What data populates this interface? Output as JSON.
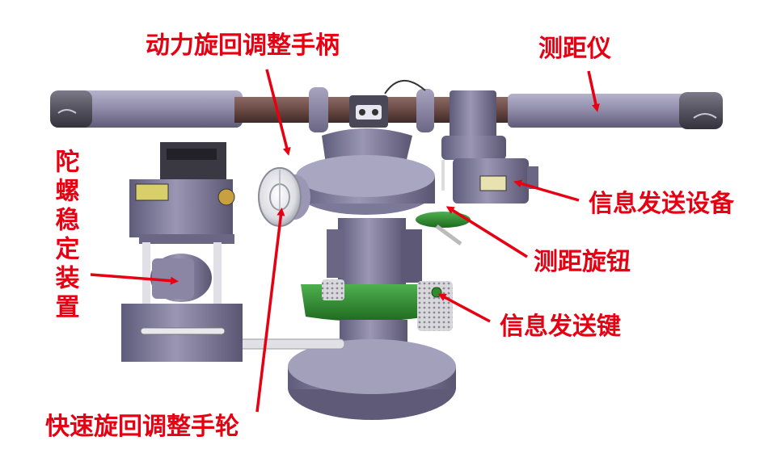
{
  "labels": {
    "power_handle": "动力旋回调整手柄",
    "rangefinder": "测距仪",
    "gyro": "陀螺稳定装置",
    "transmit_device": "信息发送设备",
    "range_knob": "测距旋钮",
    "transmit_key": "信息发送键",
    "quick_wheel": "快速旋回调整手轮"
  },
  "colors": {
    "label_text": "#e60012",
    "arrow": "#e60012",
    "body_metal": "#8e8aa8",
    "tube_brown": "#6b4a45",
    "green_part": "#2e8b2e"
  }
}
